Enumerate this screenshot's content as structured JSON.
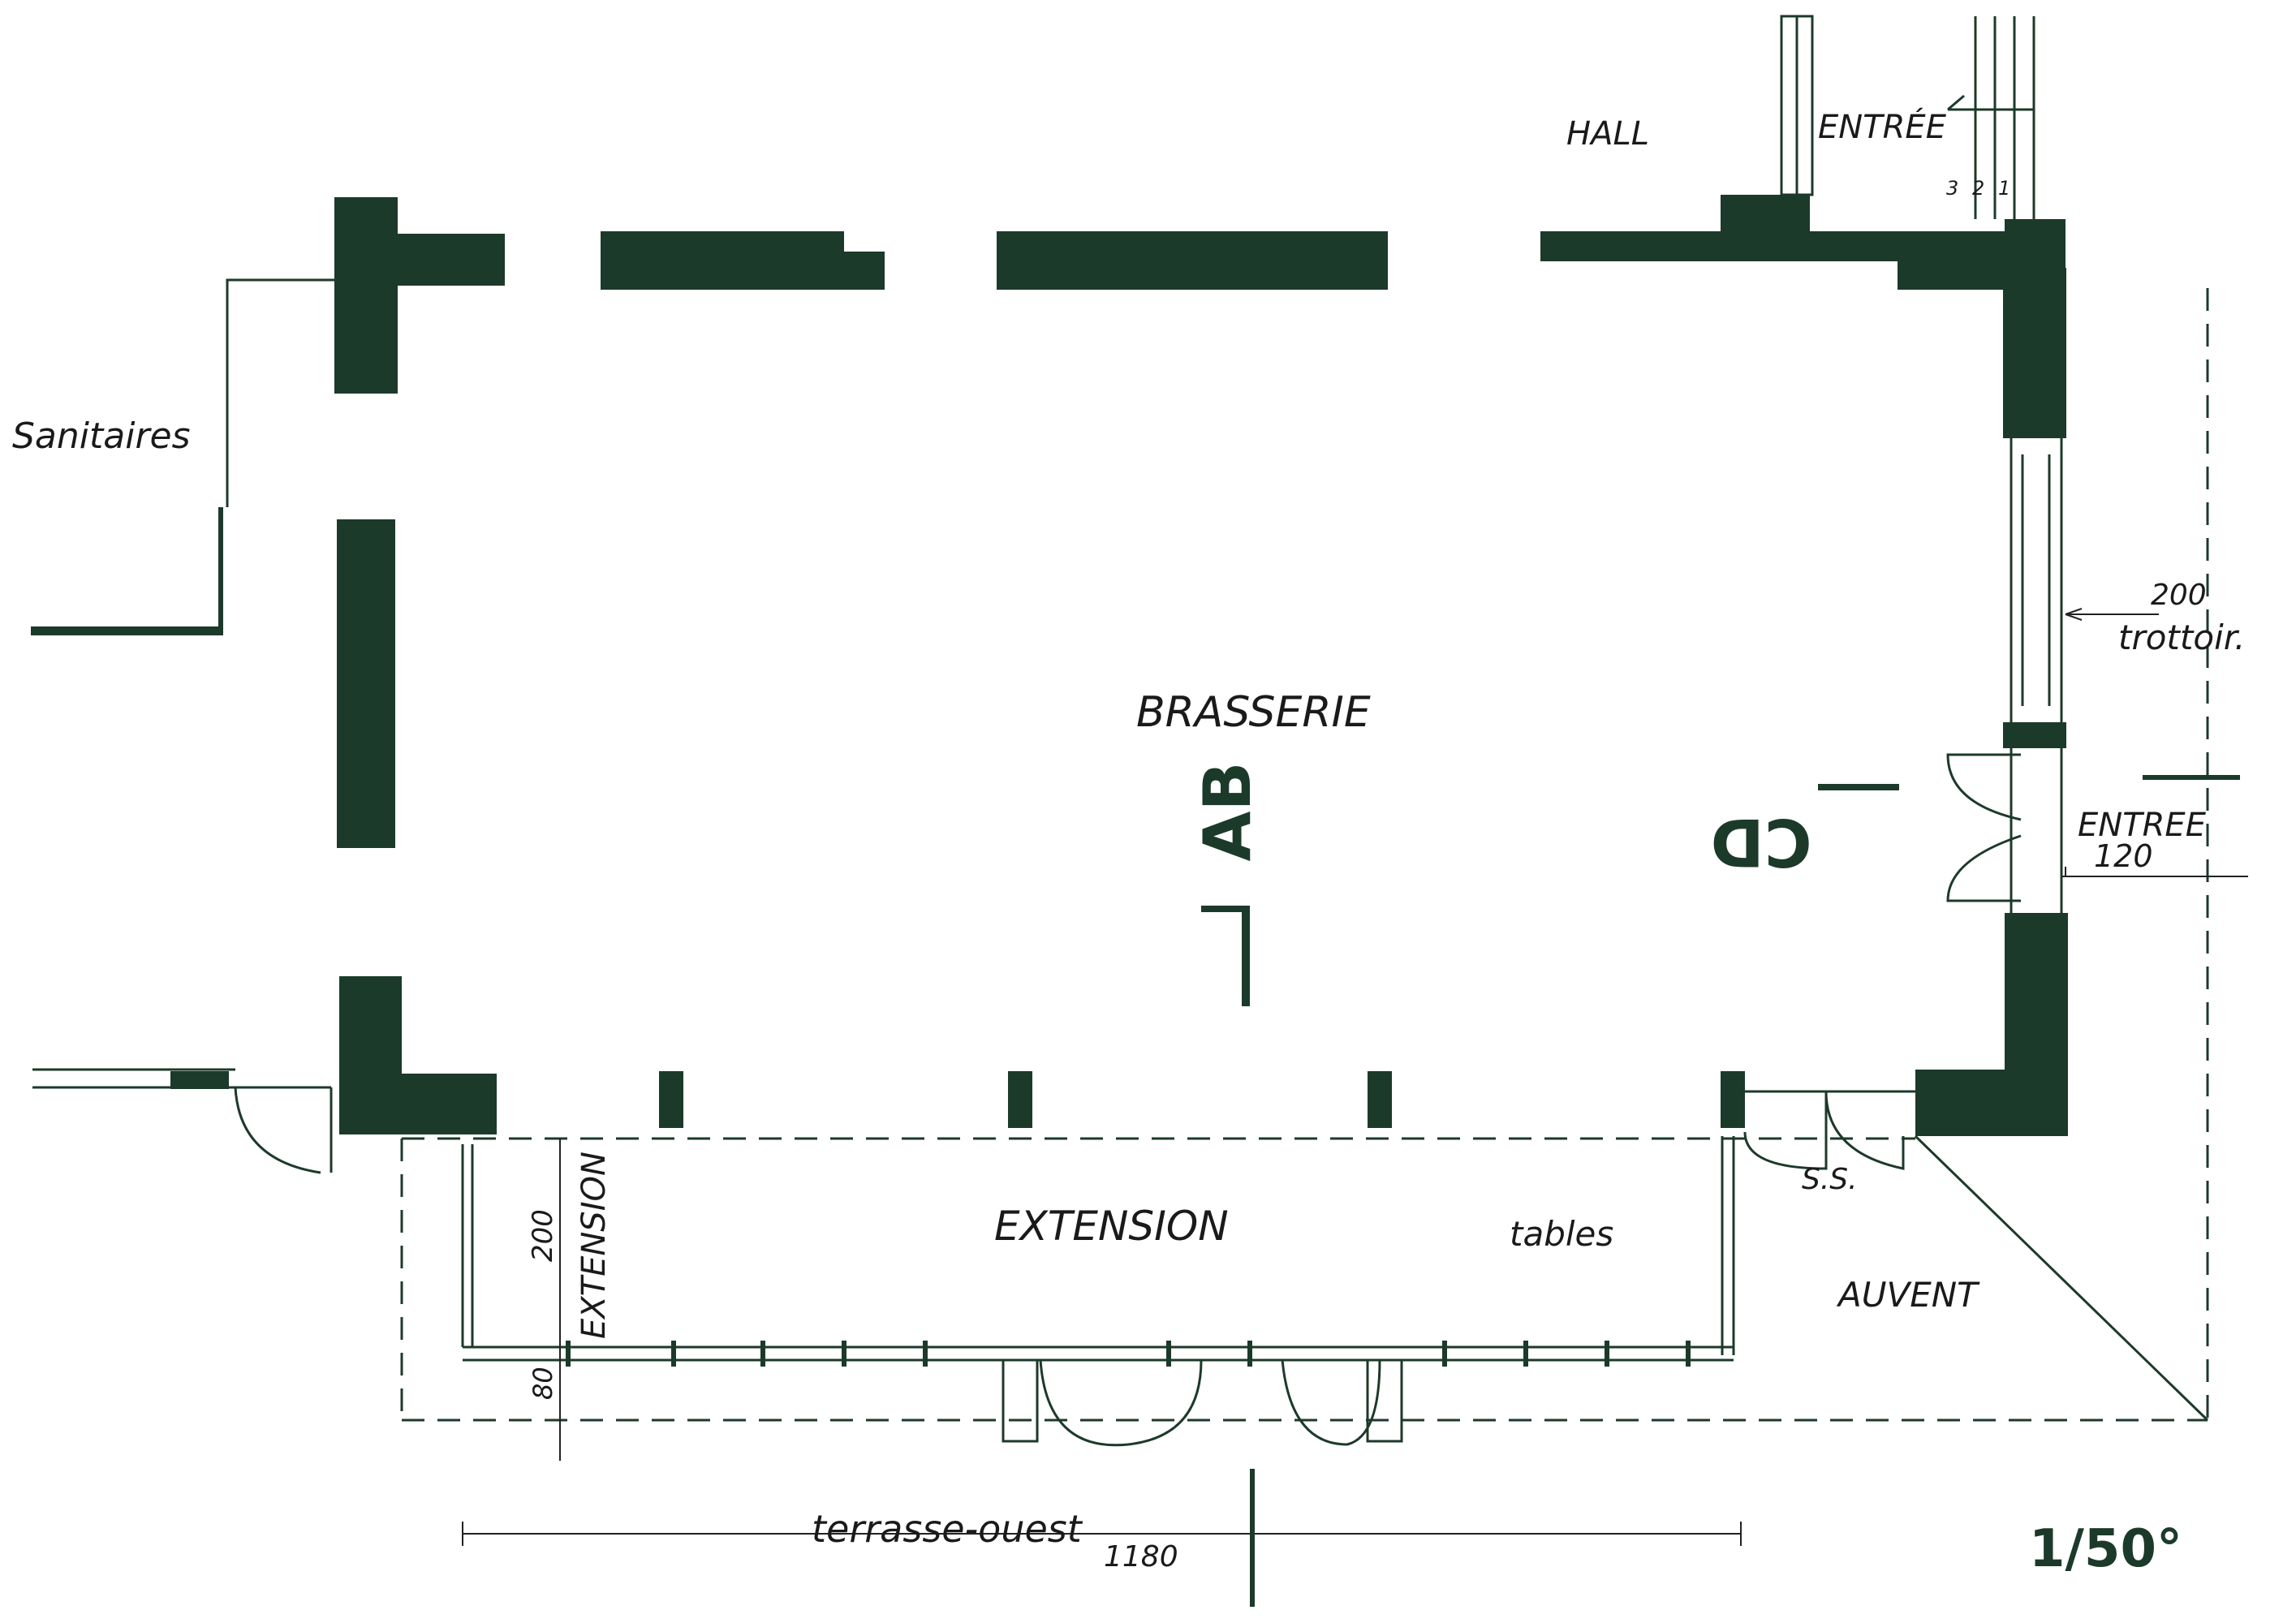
{
  "rooms": {
    "hall": "HALL",
    "entree_top": "ENTRÉE",
    "sanitaires": "Sanitaires",
    "brasserie": "BRASSERIE",
    "extension": "EXTENSION",
    "tables": "tables",
    "ss": "S.S.",
    "auvent": "AUVENT",
    "entree_right": "ENTREE",
    "terrasse": "terrasse-ouest"
  },
  "dimensions": {
    "trottoir_width": "200",
    "trottoir_label": "trottoir.",
    "entree_width": "120",
    "extension_depth": "200",
    "extension_vertical_label": "EXTENSION",
    "offset_80": "80",
    "total_length": "1180"
  },
  "section_marks": {
    "ab": "AB",
    "cd": "CD"
  },
  "stair_steps": [
    "3",
    "2",
    "1"
  ],
  "scale": "1/50°",
  "colors": {
    "ink": "#1c3a2a",
    "paper": "#ffffff"
  }
}
